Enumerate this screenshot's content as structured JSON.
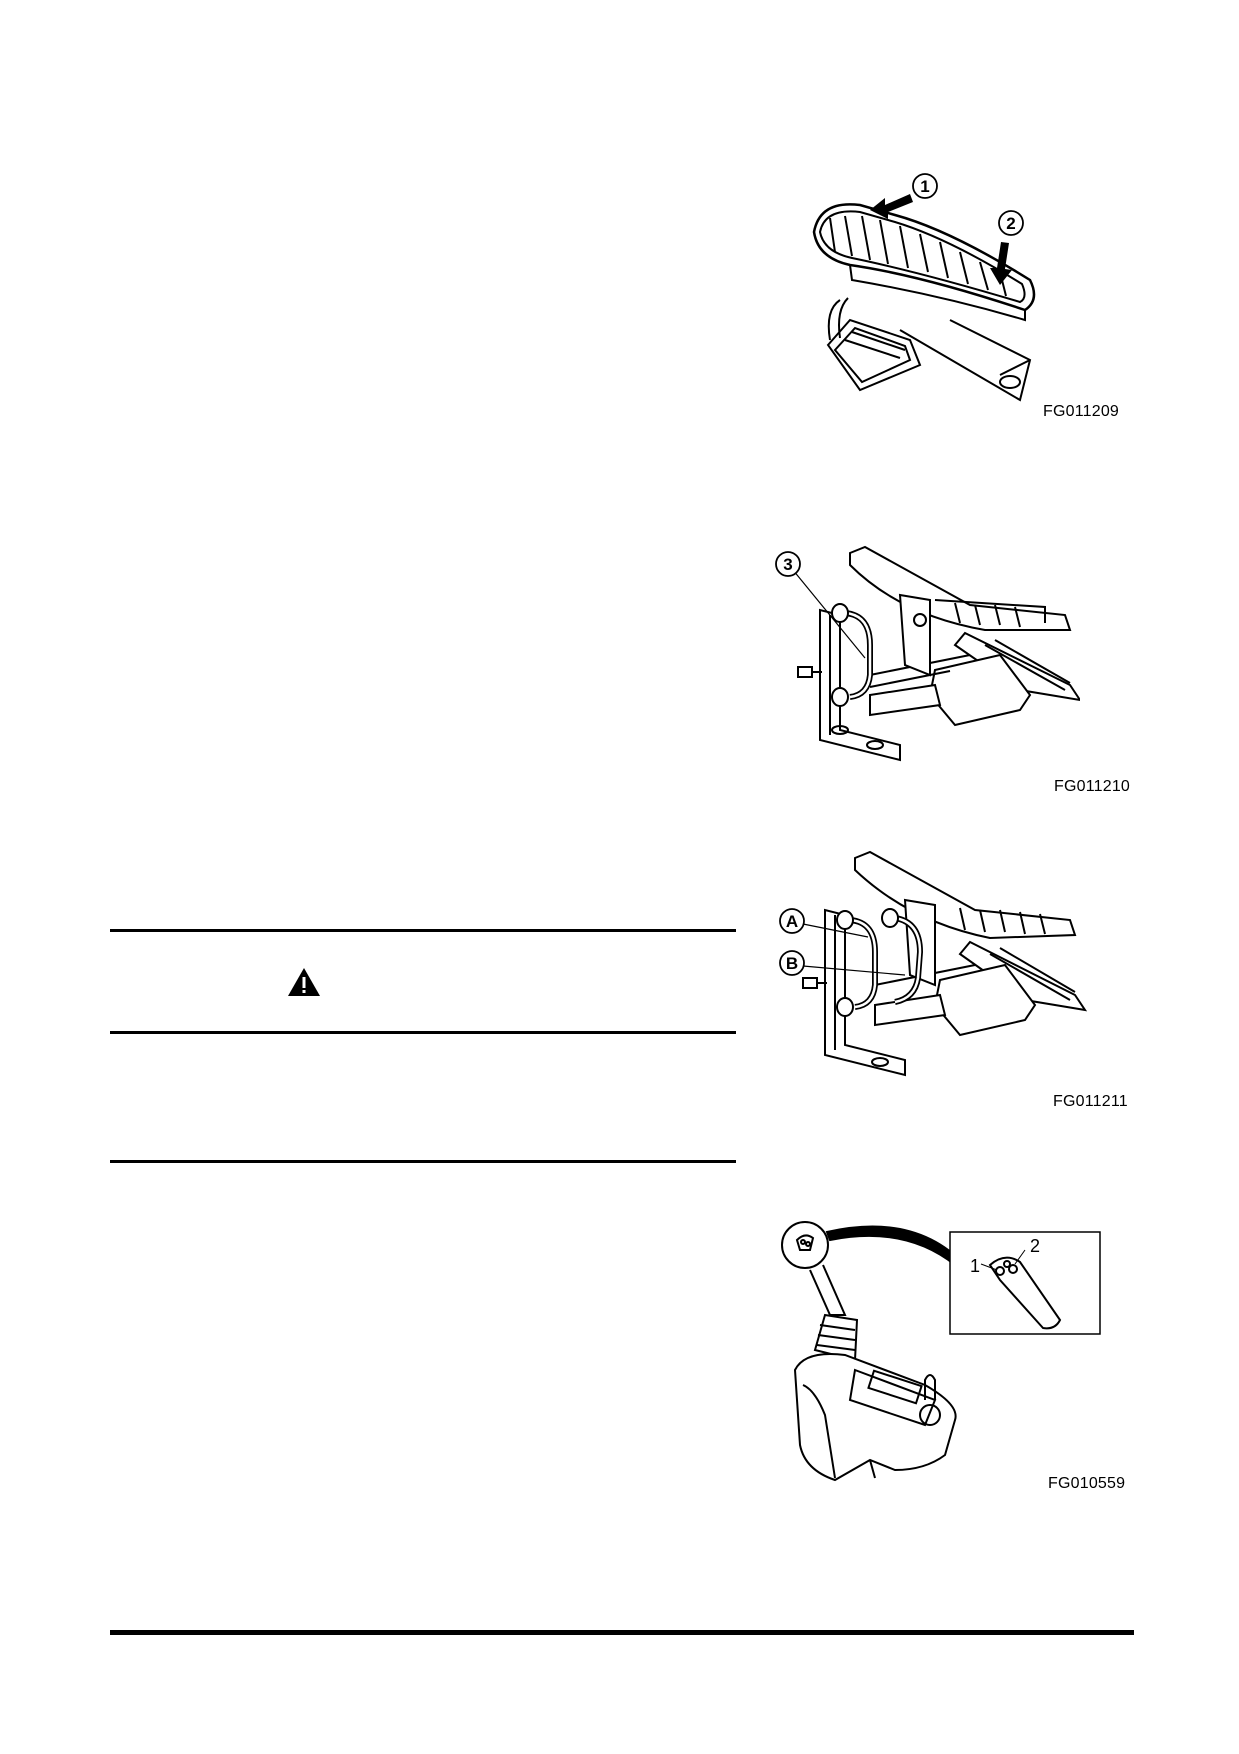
{
  "figures": [
    {
      "caption": "FG011209",
      "callouts": [
        "1",
        "2"
      ]
    },
    {
      "caption": "FG011210",
      "callouts": [
        "3"
      ]
    },
    {
      "caption": "FG011211",
      "callouts": [
        "A",
        "B"
      ]
    },
    {
      "caption": "FG010559",
      "callouts": [
        "1",
        "2"
      ]
    }
  ],
  "warning": {
    "icon": "warning-triangle-icon"
  }
}
